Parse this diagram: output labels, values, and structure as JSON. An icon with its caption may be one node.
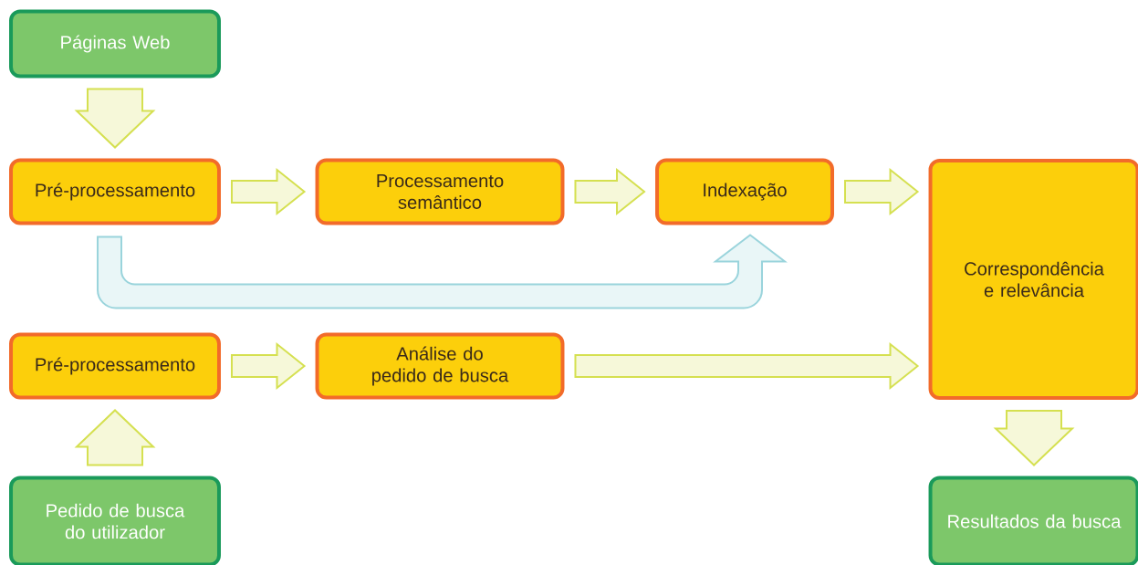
{
  "diagram": {
    "nodes": [
      {
        "text": [
          "Páginas Web"
        ]
      },
      {
        "text": [
          "Pré-processamento"
        ]
      },
      {
        "text": [
          "Processamento semântico"
        ]
      },
      {
        "text": [
          "Indexação"
        ]
      },
      {
        "text": [
          "Correspondência e relevância"
        ]
      },
      {
        "text": [
          "Pré-processamento"
        ]
      },
      {
        "text": [
          "Análise do pedido de busca"
        ]
      },
      {
        "text": [
          "Pedido de busca do utilizador"
        ]
      },
      {
        "text": [
          "Resultados da busca"
        ]
      }
    ],
    "edges": [
      {
        "from": 0,
        "to": 1,
        "arrow": "to"
      },
      {
        "from": 1,
        "to": 2,
        "arrow": "to"
      },
      {
        "from": 2,
        "to": 3,
        "arrow": "to"
      },
      {
        "from": 3,
        "to": 4,
        "arrow": "to"
      },
      {
        "from": 1,
        "to": 3,
        "arrow": "to",
        "color": "#9ad4dc"
      },
      {
        "from": 5,
        "to": 6,
        "arrow": "to"
      },
      {
        "from": 6,
        "to": 4,
        "arrow": "to"
      },
      {
        "from": 7,
        "to": 5,
        "arrow": "to"
      },
      {
        "from": 4,
        "to": 8,
        "arrow": "to"
      }
    ]
  }
}
